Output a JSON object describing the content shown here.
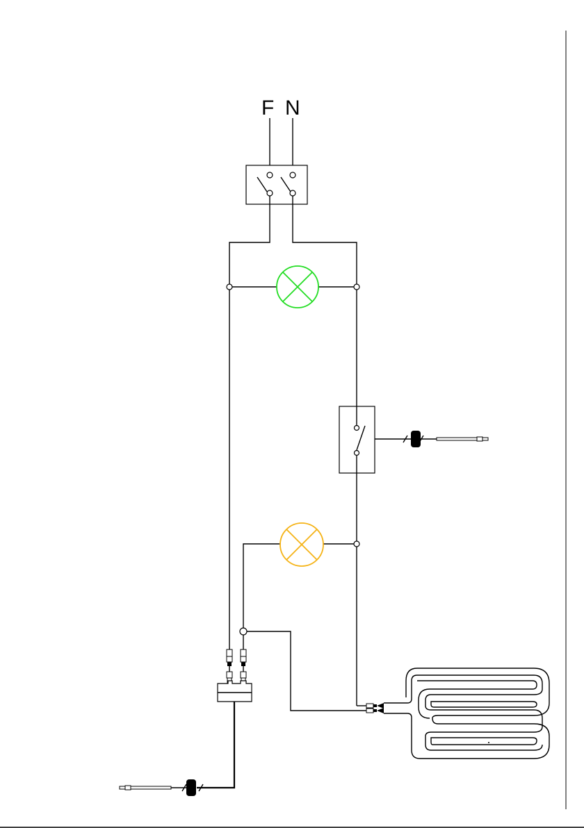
{
  "terminals": {
    "phase": "F",
    "neutral": "N"
  },
  "colors": {
    "wire": "#000000",
    "power_lamp": "#22dd22",
    "heating_lamp": "#f5b316",
    "background": "#ffffff"
  },
  "components": [
    "double-pole-main-switch",
    "power-indicator-lamp",
    "thermostat-switch",
    "heating-indicator-lamp",
    "safety-thermostat",
    "heating-element"
  ]
}
